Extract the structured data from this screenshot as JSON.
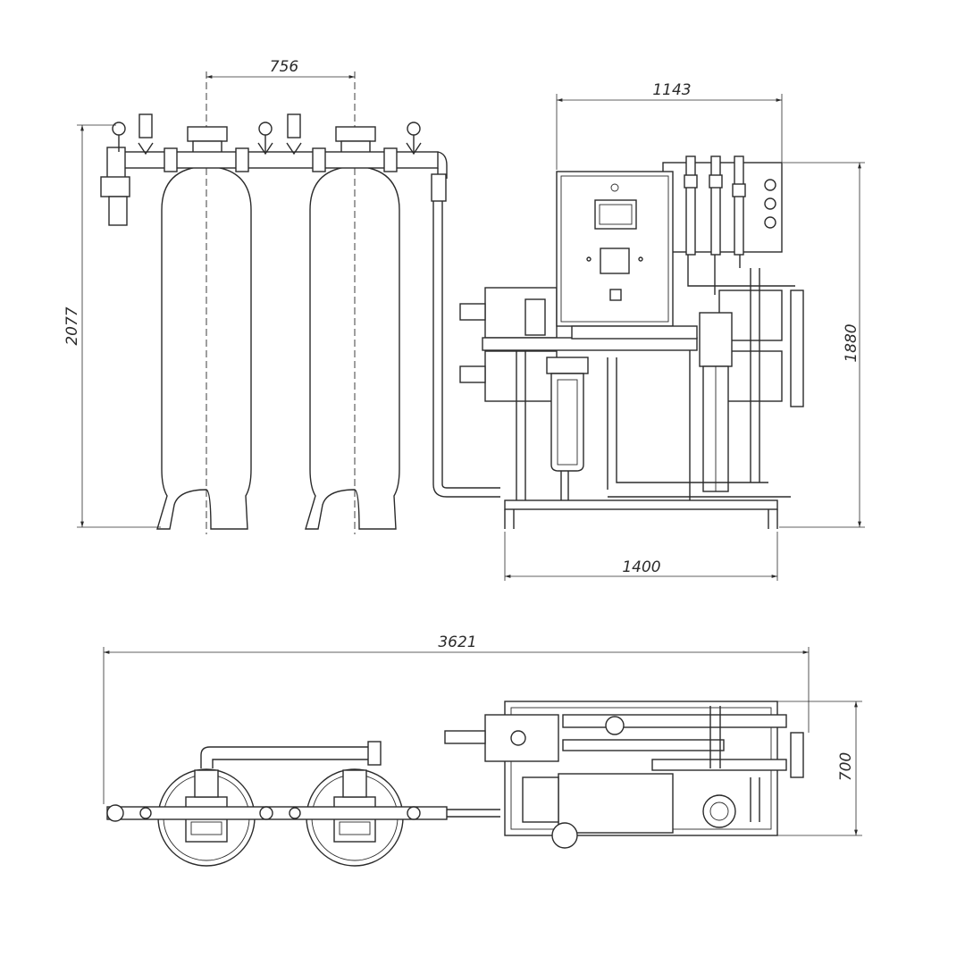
{
  "drawing": {
    "colors": {
      "line": "#2b2b2b",
      "background": "#ffffff"
    },
    "front_view": {
      "dimensions": {
        "tank_spacing": "756",
        "control_unit_width": "1143",
        "overall_height": "2077",
        "ro_unit_height": "1880",
        "frame_width": "1400"
      }
    },
    "plan_view": {
      "dimensions": {
        "overall_length": "3621",
        "depth": "700"
      }
    }
  }
}
